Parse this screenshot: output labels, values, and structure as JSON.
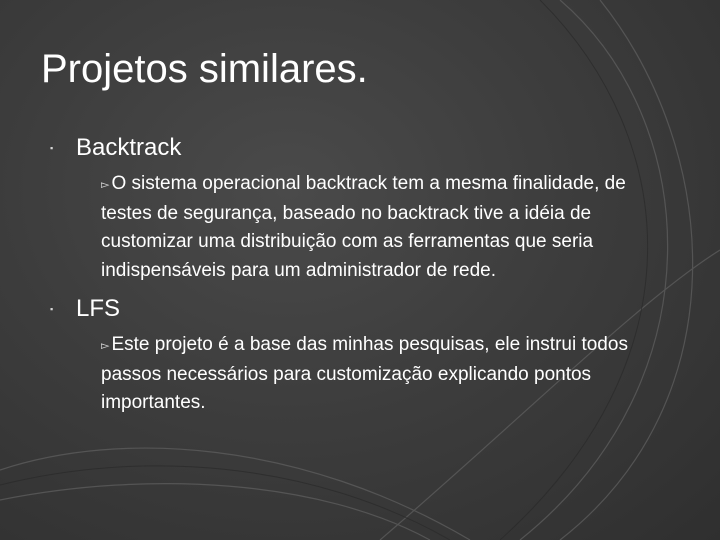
{
  "slide": {
    "title": "Projetos similares.",
    "bullet_glyph": "▪",
    "sub_bullet_glyph": "▻",
    "items": [
      {
        "heading": "Backtrack",
        "text": "O sistema operacional backtrack tem a mesma finalidade, de testes de segurança, baseado no backtrack tive a idéia de customizar uma distribuição com as ferramentas que seria indispensáveis para um administrador de rede."
      },
      {
        "heading": "LFS",
        "text": "Este projeto é a base das minhas pesquisas, ele instrui todos passos necessários para customização explicando pontos importantes."
      }
    ]
  },
  "colors": {
    "background": "#3d3d3d",
    "text": "#ffffff",
    "decoration": "#5a5a5a"
  }
}
